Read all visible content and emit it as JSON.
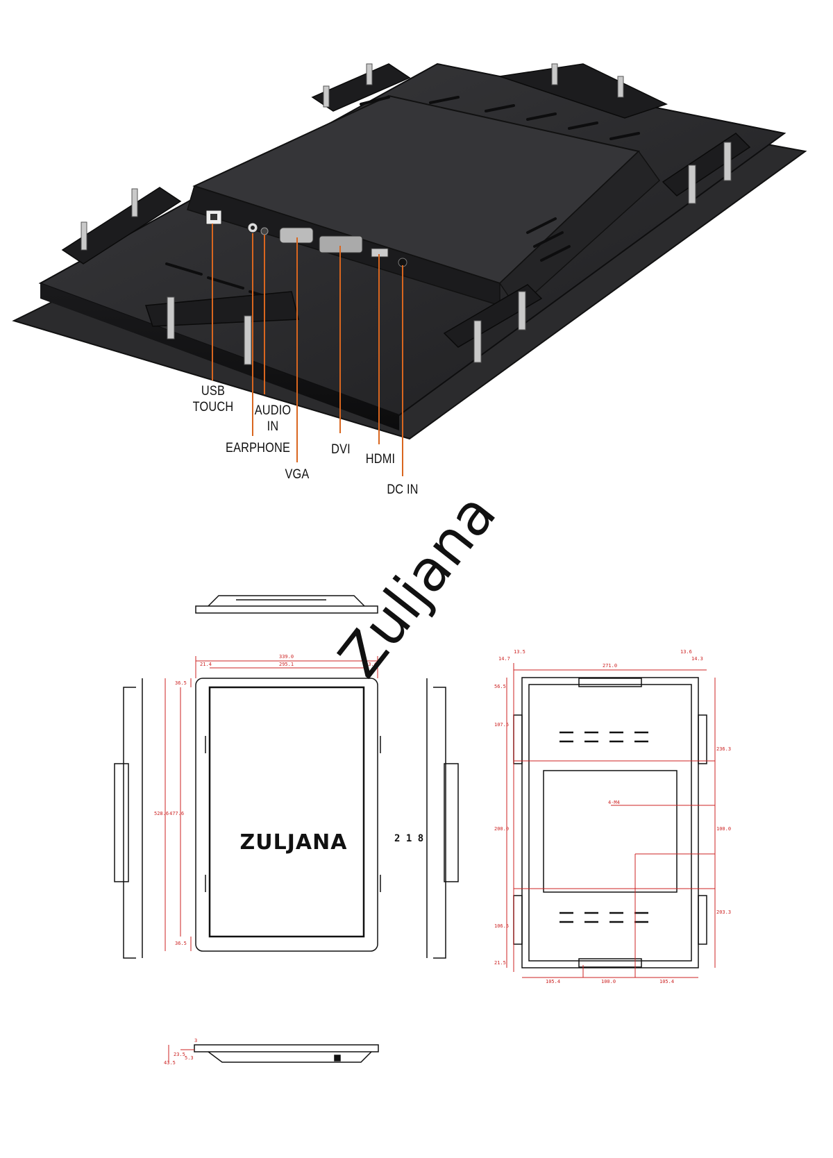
{
  "ports": {
    "usb_touch": "USB\nTOUCH",
    "audio_in": "AUDIO\nIN",
    "earphone": "EARPHONE",
    "vga": "VGA",
    "dvi": "DVI",
    "hdmi": "HDMI",
    "dc_in": "DC IN"
  },
  "watermark": "Zuljana",
  "screen_brand": "ZULJANA",
  "mark_text": "2 1 8",
  "front_dims": {
    "total_width": "339.0",
    "inner_width": "295.1",
    "left_offset": "21.4",
    "right_offset": "23.4",
    "top_margin": "36.5",
    "total_height": "528.6",
    "inner_height": "477.6",
    "bottom_margin": "36.5"
  },
  "back_dims": {
    "top_total": "271.0",
    "top_left": "14.7",
    "top_left2": "13.5",
    "top_right": "13.6",
    "top_right2": "14.3",
    "left_1": "56.5",
    "left_2": "107.5",
    "left_3": "200.0",
    "left_4": "106.5",
    "left_5": "21.5",
    "right_1": "236.3",
    "right_2": "100.0",
    "right_3": "203.3",
    "bottom_1": "105.4",
    "bottom_2": "100.0",
    "bottom_3": "105.4",
    "hole_note": "4-M4"
  },
  "bottom_dims": {
    "h1": "43.5",
    "h2": "23.5",
    "h3": "5.3",
    "h4": "3"
  },
  "colors": {
    "accent_line": "#d9661f",
    "dimension": "#cc2222",
    "metal": "#2b2b2d"
  }
}
